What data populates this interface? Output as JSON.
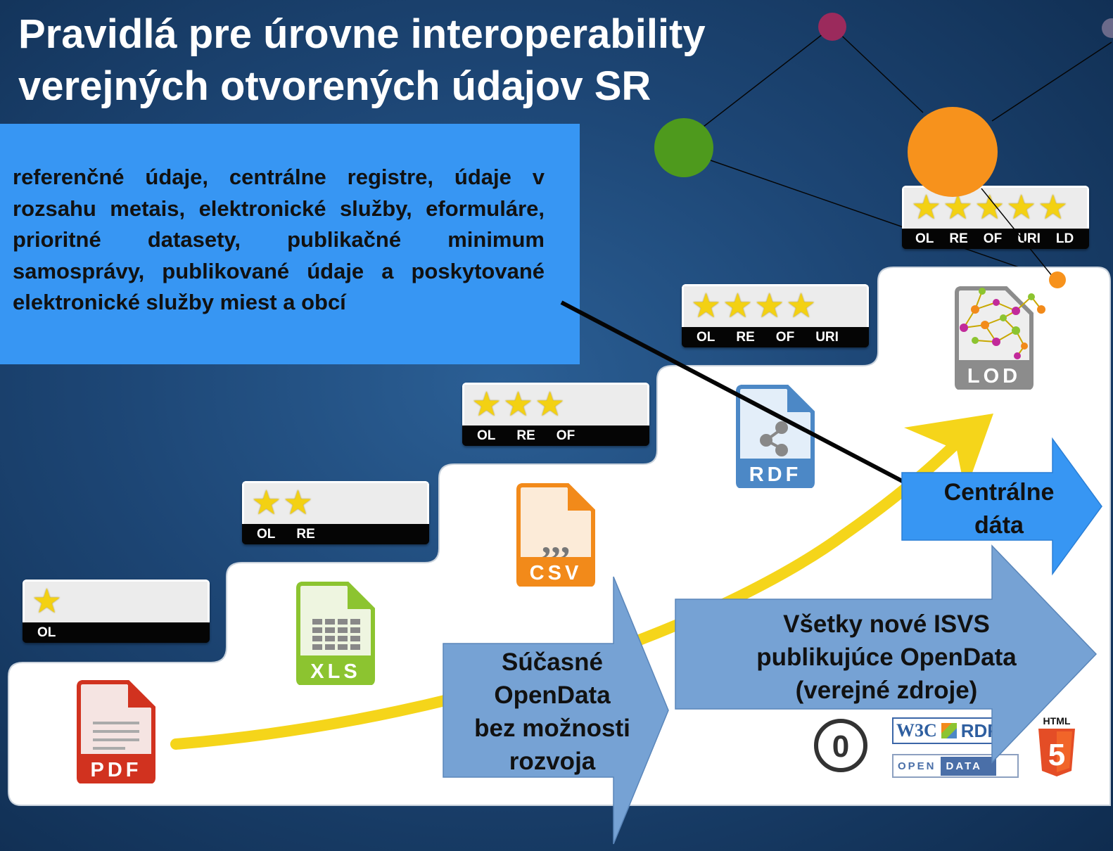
{
  "title": {
    "line1": "Pravidlá pre úrovne interoperability",
    "line2": "verejných otvorených údajov SR"
  },
  "infobox": {
    "text": "referenčné údaje, centrálne registre, údaje v rozsahu metais, elektronické služby, eformuláre, prioritné datasety, publikačné minimum samosprávy, publikované údaje a poskytované elektronické služby miest a obcí"
  },
  "levels": [
    {
      "stars": 1,
      "codes": [
        "OL"
      ]
    },
    {
      "stars": 2,
      "codes": [
        "OL",
        "RE"
      ]
    },
    {
      "stars": 3,
      "codes": [
        "OL",
        "RE",
        "OF"
      ]
    },
    {
      "stars": 4,
      "codes": [
        "OL",
        "RE",
        "OF",
        "URI"
      ]
    },
    {
      "stars": 5,
      "codes": [
        "OL",
        "RE",
        "OF",
        "URI",
        "LD"
      ]
    }
  ],
  "formats": {
    "pdf": "PDF",
    "xls": "XLS",
    "csv": "CSV",
    "rdf": "RDF",
    "lod": "LOD"
  },
  "arrows": {
    "current": [
      "Súčasné",
      "OpenData",
      "bez možnosti",
      "rozvoja"
    ],
    "new": [
      "Všetky nové ISVS",
      "publikujúce OpenData",
      "(verejné zdroje)"
    ],
    "central": [
      "Centrálne",
      "dáta"
    ]
  },
  "logos": {
    "cc0": "0",
    "w3c": "W3C",
    "rdf": "RDF",
    "opendata_a": "OPEN",
    "opendata_b": "DATA",
    "html": "HTML",
    "html5": "5"
  },
  "colors": {
    "pdf": "#d1321f",
    "xls": "#8cc430",
    "csv": "#f28a1a",
    "rdf": "#4c88c6",
    "lod": "#8c8c8c",
    "green": "#4e9a1d",
    "orange": "#f7921c",
    "purple": "#9b2a5c",
    "arrow": "#76a2d4",
    "central": "#3796f3",
    "star": "#f3d113"
  }
}
